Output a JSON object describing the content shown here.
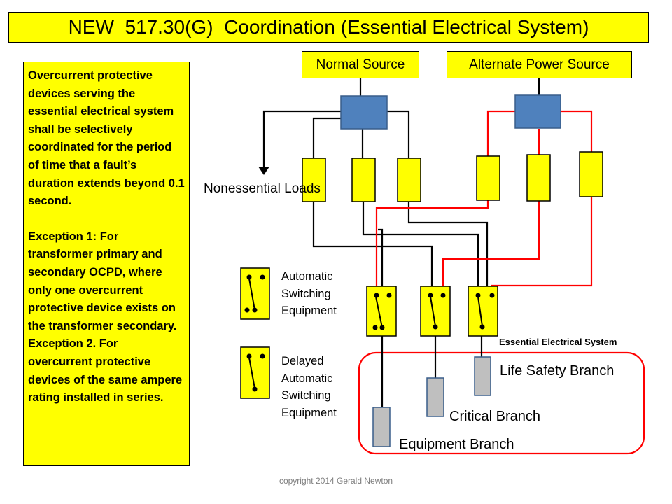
{
  "title": "NEW  517.30(G)  Coordination (Essential Electrical System)",
  "sources": {
    "normal": "Normal Source",
    "alternate": "Alternate Power Source"
  },
  "note": {
    "main": "Overcurrent protective devices serving the essential electrical system shall be selectively coordinated for the period of time that a fault’s duration extends beyond 0.1 second.",
    "exception1": "Exception 1: For transformer primary and secondary OCPD, where only one overcurrent protective device exists on the transformer secondary.",
    "exception2": "Exception 2.  For overcurrent protective devices of the same ampere rating installed in series."
  },
  "nonessential_loads": "Nonessential Loads",
  "legend": {
    "automatic": "Automatic Switching Equipment",
    "delayed": "Delayed Automatic Switching Equipment"
  },
  "essential_system": {
    "title": "Essential Electrical System",
    "branches": {
      "life_safety": "Life Safety Branch",
      "critical": "Critical Branch",
      "equipment": "Equipment Branch"
    }
  },
  "copyright": "copyright 2014 Gerald Newton",
  "colors": {
    "box_fill": "#ffff00",
    "switchgear_fill": "#4f81bd",
    "load_fill": "#bfbfbf",
    "alternate_wire": "#ff0000",
    "normal_wire": "#000000",
    "ees_outline": "#ff0000"
  }
}
